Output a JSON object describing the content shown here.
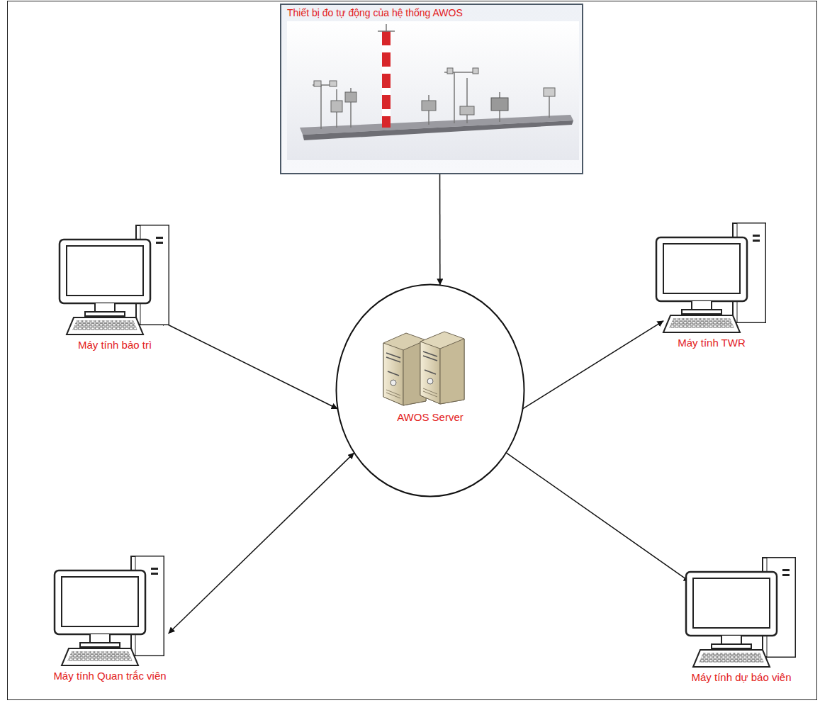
{
  "diagram": {
    "nodes": [
      {
        "text": [
          "Thiết bị đo tự động của hệ thống AWOS"
        ]
      },
      {
        "text": [
          "Máy tính bảo trì"
        ]
      },
      {
        "text": [
          "Máy tính TWR"
        ]
      },
      {
        "text": [
          "AWOS Server"
        ]
      },
      {
        "text": [
          "Máy tính Quan trắc viên"
        ]
      },
      {
        "text": [
          "Máy tính dự báo viên"
        ]
      }
    ],
    "edges": [
      {
        "from": 0,
        "to": 3,
        "arrow": "to"
      },
      {
        "from": 1,
        "to": 3,
        "arrow": "both"
      },
      {
        "from": 3,
        "to": 2,
        "arrow": "to"
      },
      {
        "from": 4,
        "to": 3,
        "arrow": "both"
      },
      {
        "from": 3,
        "to": 5,
        "arrow": "to"
      }
    ]
  }
}
